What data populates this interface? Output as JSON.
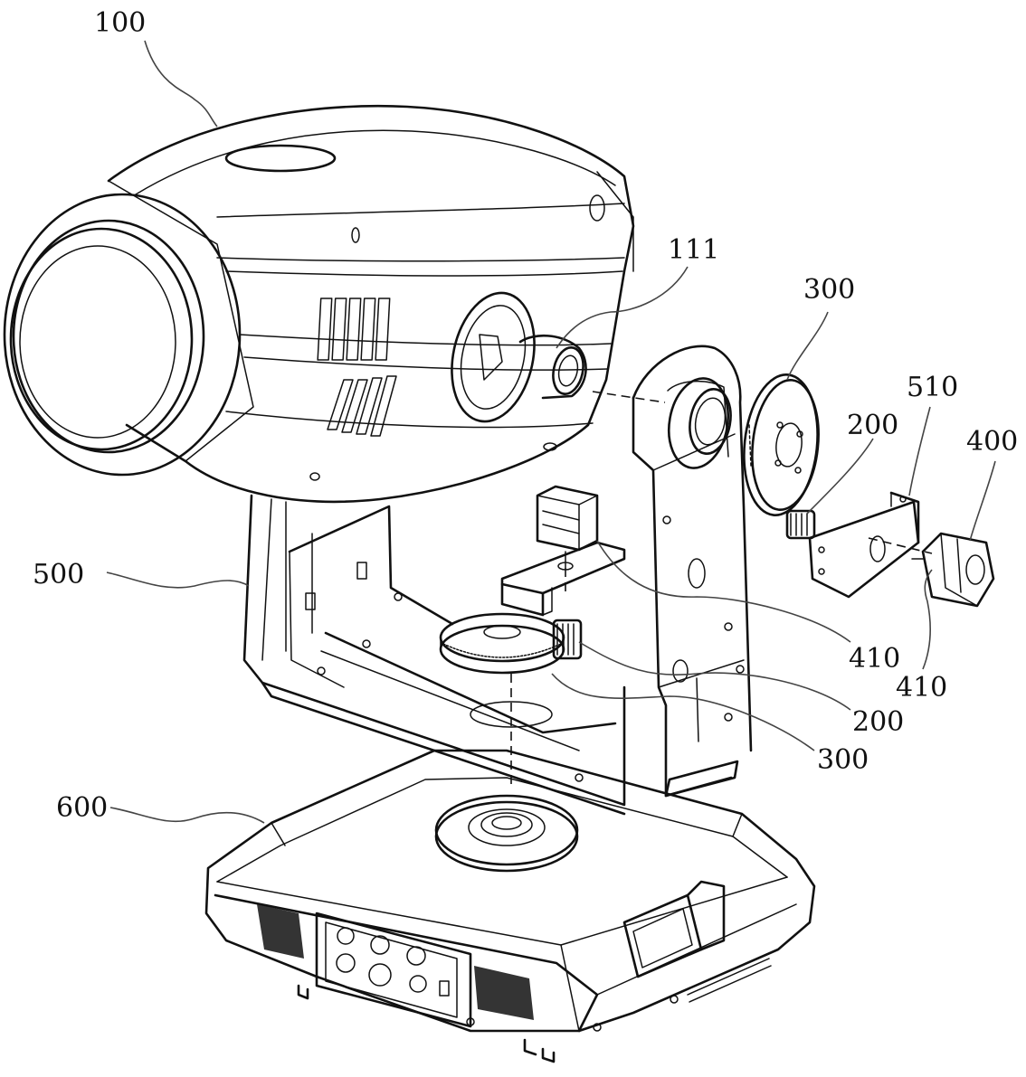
{
  "figure": {
    "labels": [
      {
        "id": "100",
        "text": "100"
      },
      {
        "id": "111",
        "text": "111"
      },
      {
        "id": "300a",
        "text": "300"
      },
      {
        "id": "510",
        "text": "510"
      },
      {
        "id": "200a",
        "text": "200"
      },
      {
        "id": "400",
        "text": "400"
      },
      {
        "id": "500",
        "text": "500"
      },
      {
        "id": "410a",
        "text": "410"
      },
      {
        "id": "410b",
        "text": "410"
      },
      {
        "id": "200b",
        "text": "200"
      },
      {
        "id": "300b",
        "text": "300"
      },
      {
        "id": "600",
        "text": "600"
      }
    ]
  }
}
